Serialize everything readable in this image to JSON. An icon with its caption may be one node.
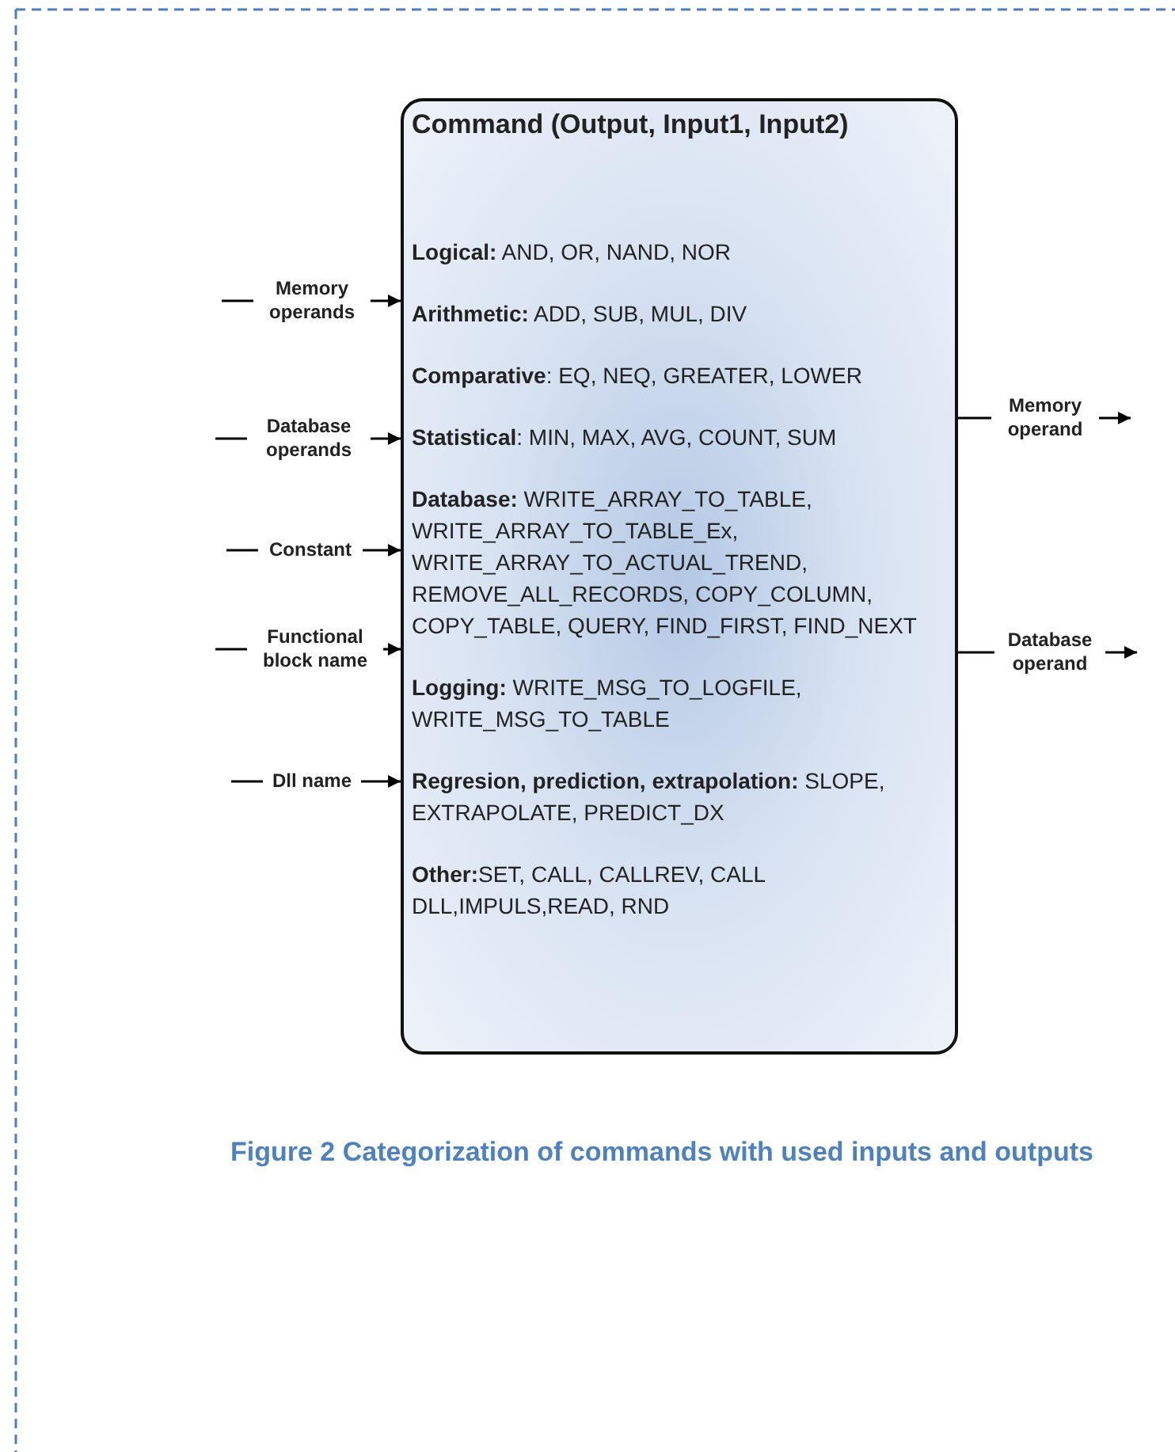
{
  "diagram": {
    "caption": "Figure 2 Categorization of commands with used inputs and outputs",
    "nodes": [
      {
        "text": [
          "Command (Output, Input1, Input2)",
          "**Logical:** AND, OR, NAND, NOR",
          "**Arithmetic:** ADD, SUB, MUL, DIV",
          "**Comparative**: EQ, NEQ, GREATER, LOWER",
          "**Statistical**: MIN, MAX, AVG, COUNT, SUM",
          "**Database:** WRITE_ARRAY_TO_TABLE, WRITE_ARRAY_TO_TABLE_Ex, WRITE_ARRAY_TO_ACTUAL_TREND, REMOVE_ALL_RECORDS, COPY_COLUMN, COPY_TABLE, QUERY, FIND_FIRST, FIND_NEXT",
          "**Logging:** WRITE_MSG_TO_LOGFILE, WRITE_MSG_TO_TABLE",
          "**Regresion, prediction, extrapolation:** SLOPE, EXTRAPOLATE, PREDICT_DX",
          "**Other:**SET, CALL, CALLREV, CALL DLL,IMPULS,READ, RND"
        ]
      },
      {
        "text": [
          "Memory operands"
        ]
      },
      {
        "text": [
          "Database operands"
        ]
      },
      {
        "text": [
          "Constant"
        ]
      },
      {
        "text": [
          "Functional block name"
        ]
      },
      {
        "text": [
          "Dll name"
        ]
      },
      {
        "text": [
          "Memory operand"
        ]
      },
      {
        "text": [
          "Database operand"
        ]
      }
    ],
    "edges": [
      {
        "from": null,
        "to": 1,
        "arrow": "none"
      },
      {
        "from": 1,
        "to": 0,
        "arrow": "to"
      },
      {
        "from": null,
        "to": 2,
        "arrow": "none"
      },
      {
        "from": 2,
        "to": 0,
        "arrow": "to"
      },
      {
        "from": null,
        "to": 3,
        "arrow": "none"
      },
      {
        "from": 3,
        "to": 0,
        "arrow": "to"
      },
      {
        "from": null,
        "to": 4,
        "arrow": "none"
      },
      {
        "from": 4,
        "to": 0,
        "arrow": "to"
      },
      {
        "from": null,
        "to": 5,
        "arrow": "none"
      },
      {
        "from": 5,
        "to": 0,
        "arrow": "to"
      },
      {
        "from": 0,
        "to": 6,
        "arrow": "none"
      },
      {
        "from": 6,
        "to": null,
        "arrow": "to"
      },
      {
        "from": 0,
        "to": 7,
        "arrow": "none"
      },
      {
        "from": 7,
        "to": null,
        "arrow": "to"
      }
    ]
  }
}
